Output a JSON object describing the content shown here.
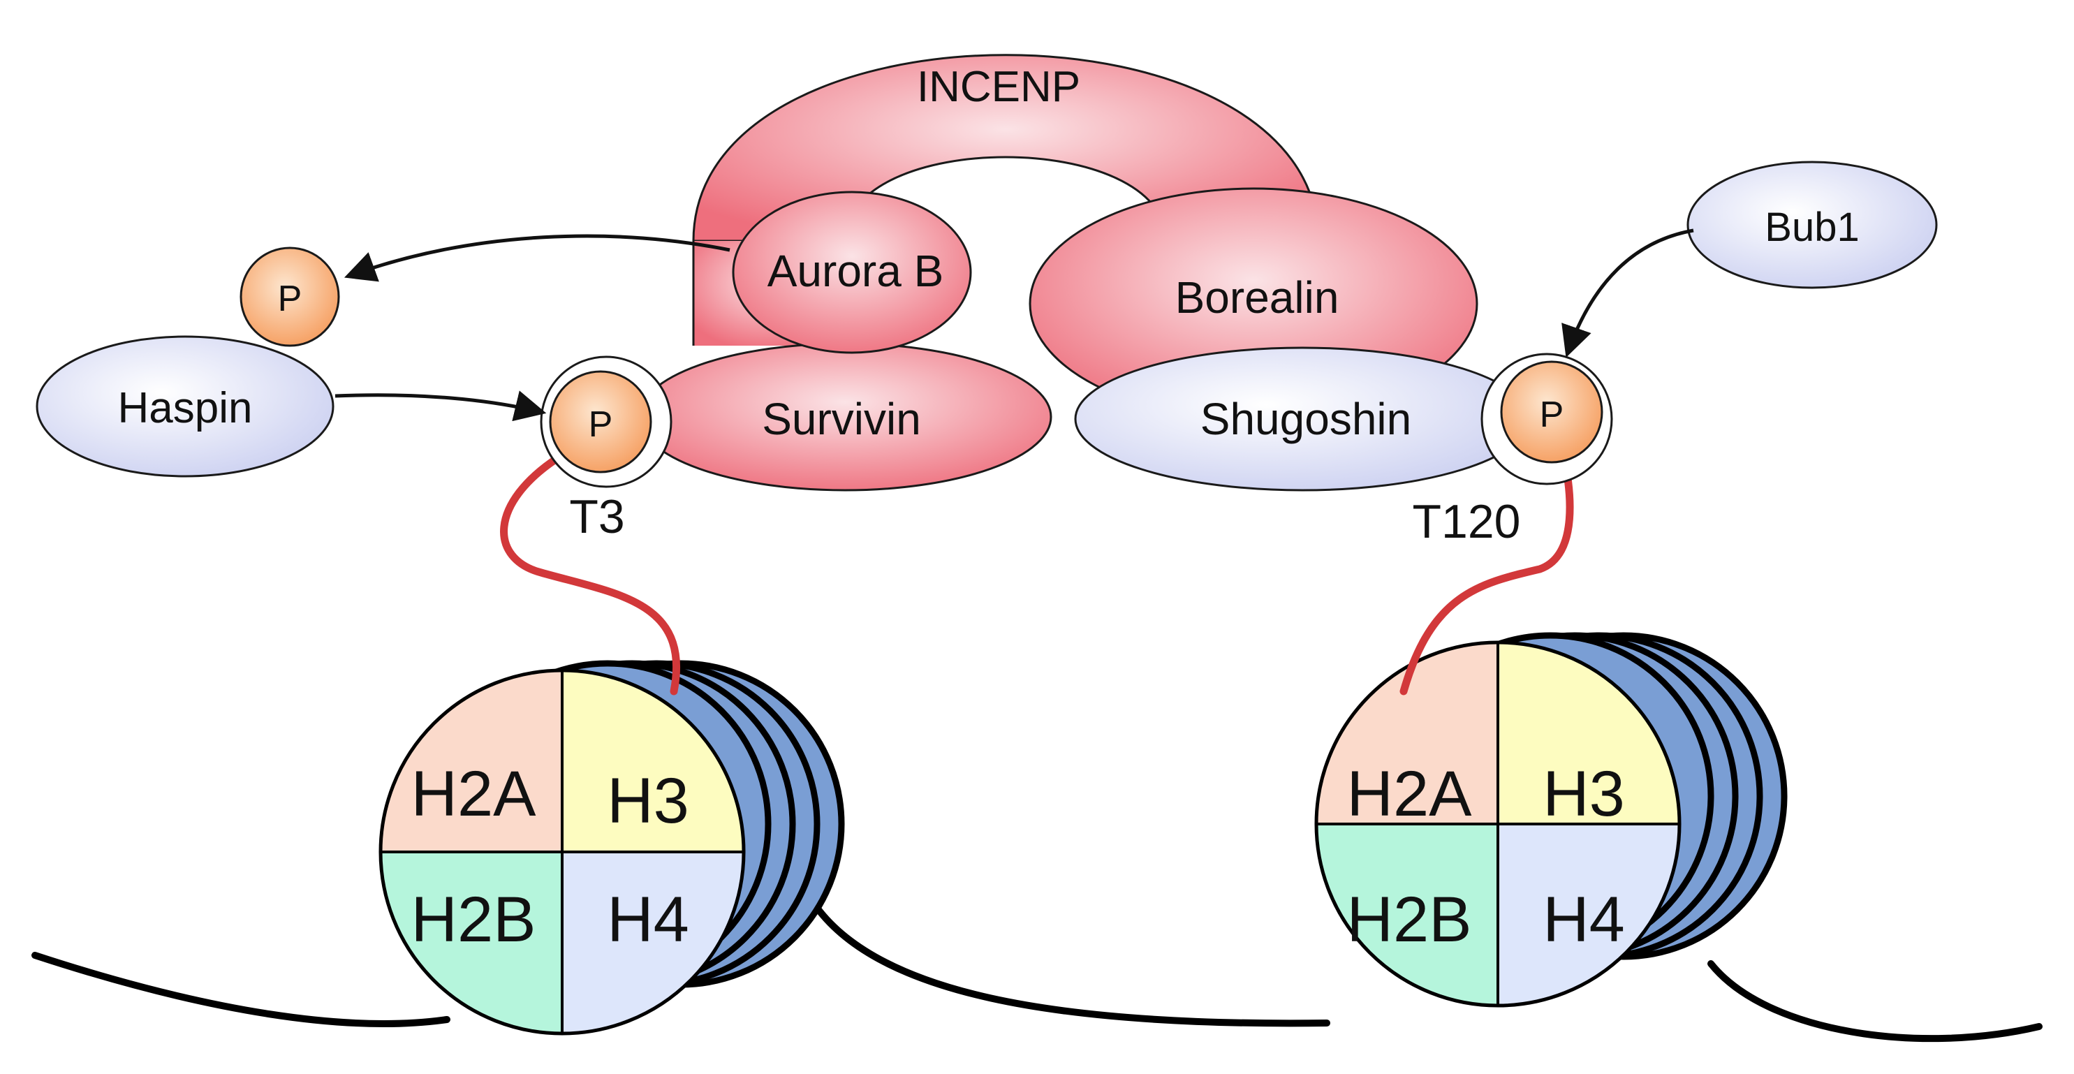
{
  "proteins": {
    "incenp": "INCENP",
    "aurora_b": "Aurora B",
    "borealin": "Borealin",
    "survivin": "Survivin",
    "shugoshin": "Shugoshin",
    "haspin": "Haspin",
    "bub1": "Bub1"
  },
  "phospho": {
    "symbol": "P",
    "site_left": "T3",
    "site_right": "T120"
  },
  "histones": {
    "h2a": "H2A",
    "h3": "H3",
    "h2b": "H2B",
    "h4": "H4"
  },
  "colors": {
    "cpc_pink": "#ee6f7d",
    "partner_lavender": "#d8dcf4",
    "phospho_orange": "#f8b27a",
    "tail_red": "#d2383a",
    "dna_blue": "#7a9ed4",
    "h2a": "#fbdacb",
    "h3": "#fdfcc0",
    "h2b": "#b5f5dc",
    "h4": "#dde6fb"
  }
}
